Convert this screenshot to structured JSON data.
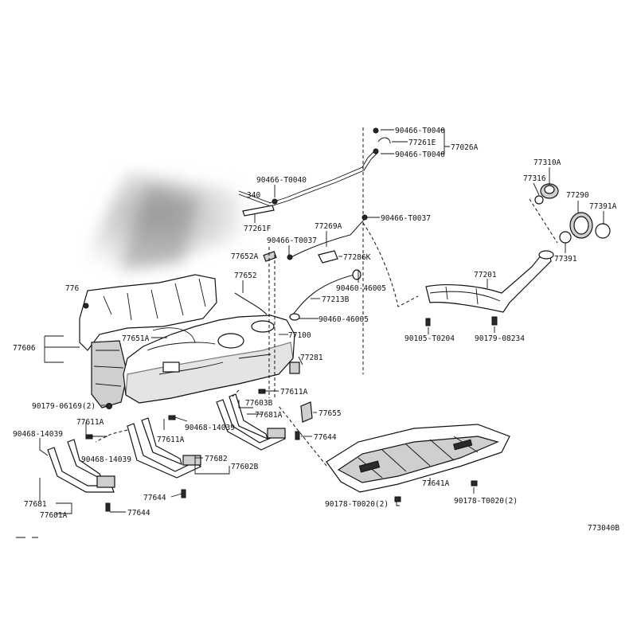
{
  "diagram": {
    "code": "773040B",
    "labels": {
      "p77026A": "77026A",
      "p90466T0040a": "90466-T0040",
      "p77261E": "77261E",
      "p90466T0040b": "90466-T0040",
      "p90466T0040c": "90466-T0040",
      "p340": "340",
      "p77261F": "77261F",
      "p90466T0037a": "90466-T0037",
      "p90466T0037b": "90466-T0037",
      "p77269A": "77269A",
      "p77652A": "77652A",
      "p77286K": "77286K",
      "p90460_46005a": "90460-46005",
      "p77213B": "77213B",
      "p90460_46005b": "90460-46005",
      "p77652": "77652",
      "p77100": "77100",
      "p77651A": "77651A",
      "p77606": "77606",
      "p776": "776",
      "p77281": "77281",
      "p77611Aa": "77611A",
      "p90179_06169": "90179-06169(2)",
      "p77603B": "77603B",
      "p77681Aa": "77681A",
      "p77655": "77655",
      "p77644a": "77644",
      "p77611Ab": "77611A",
      "p90468_14039a": "90468-14039",
      "p90468_14039b": "90468-14039",
      "p77611Ac": "77611A",
      "p90468_14039c": "90468-14039",
      "p77682": "77682",
      "p77602B": "77602B",
      "p77644b": "77644",
      "p77681b": "77681",
      "p77601A": "77601A",
      "p77644c": "77644",
      "p77310A": "77310A",
      "p77316": "77316",
      "p77290": "77290",
      "p77391A": "77391A",
      "p77391": "77391",
      "p77201": "77201",
      "p90105": "90105-T0204",
      "p90179_08234": "90179-08234",
      "p77641A": "77641A",
      "p90178a": "90178-T0020(2)",
      "p90178b": "90178-T0020(2)"
    }
  }
}
